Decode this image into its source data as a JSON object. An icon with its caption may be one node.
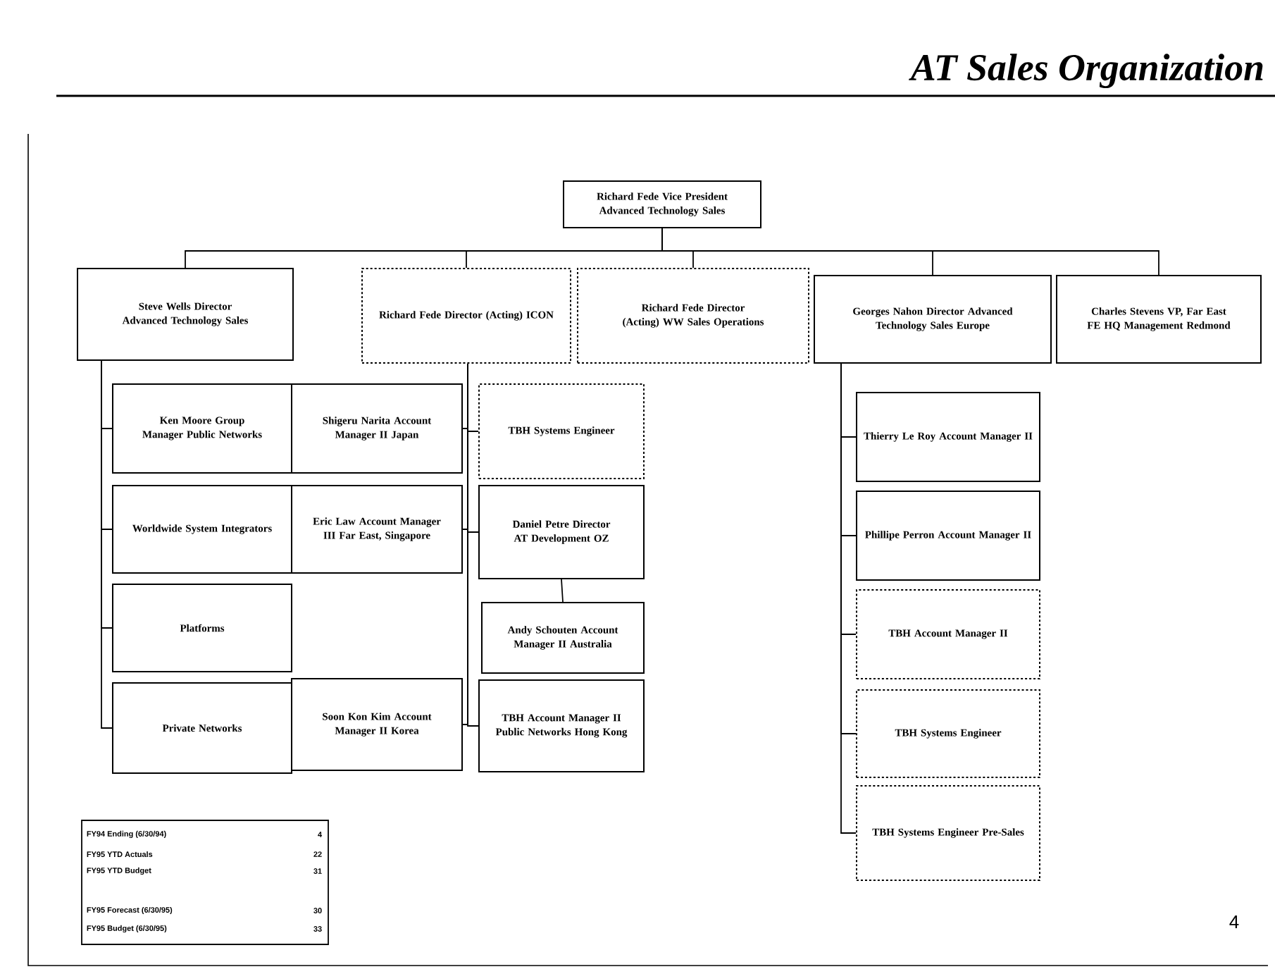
{
  "diagram": {
    "title": "AT Sales Organization",
    "nodes": [
      {
        "text": [
          "Richard Fede Vice President Advanced Technology Sales"
        ]
      },
      {
        "text": [
          "Steve Wells Director Advanced Technology Sales"
        ]
      },
      {
        "text": [
          "Richard Fede Director (Acting) ICON"
        ]
      },
      {
        "text": [
          "Richard Fede Director (Acting) WW Sales Operations"
        ]
      },
      {
        "text": [
          "Georges Nahon Director Advanced Technology Sales Europe"
        ]
      },
      {
        "text": [
          "Charles Stevens VP, Far East FE HQ Management Redmond"
        ]
      },
      {
        "text": [
          "Ken Moore Group Manager Public Networks"
        ]
      },
      {
        "text": [
          "Worldwide System Integrators"
        ]
      },
      {
        "text": [
          "Platforms"
        ]
      },
      {
        "text": [
          "Private Networks"
        ]
      },
      {
        "text": [
          "Shigeru Narita Account Manager II Japan"
        ]
      },
      {
        "text": [
          "Eric Law Account Manager III Far East, Singapore"
        ]
      },
      {
        "text": [
          "Soon Kon Kim Account Manager II Korea"
        ]
      },
      {
        "text": [
          "TBH Systems Engineer"
        ]
      },
      {
        "text": [
          "Daniel Petre Director AT Development OZ"
        ]
      },
      {
        "text": [
          "Andy Schouten Account Manager II Australia"
        ]
      },
      {
        "text": [
          "TBH Account Manager II Public Networks Hong Kong"
        ]
      },
      {
        "text": [
          "Thierry Le Roy Account Manager II"
        ]
      },
      {
        "text": [
          "Phillipe Perron Account Manager II"
        ]
      },
      {
        "text": [
          "TBH Account Manager II"
        ]
      },
      {
        "text": [
          "TBH Systems Engineer"
        ]
      },
      {
        "text": [
          "TBH Systems Engineer Pre-Sales"
        ]
      }
    ],
    "edges": [
      {
        "from": 0,
        "to": 1,
        "arrow": "none"
      },
      {
        "from": 0,
        "to": 2,
        "arrow": "none"
      },
      {
        "from": 0,
        "to": 3,
        "arrow": "none"
      },
      {
        "from": 0,
        "to": 4,
        "arrow": "none"
      },
      {
        "from": 0,
        "to": 5,
        "arrow": "none"
      },
      {
        "from": 1,
        "to": 6,
        "arrow": "none"
      },
      {
        "from": 1,
        "to": 7,
        "arrow": "none"
      },
      {
        "from": 1,
        "to": 8,
        "arrow": "none"
      },
      {
        "from": 1,
        "to": 9,
        "arrow": "none"
      },
      {
        "from": 2,
        "to": 10,
        "arrow": "none"
      },
      {
        "from": 2,
        "to": 11,
        "arrow": "none"
      },
      {
        "from": 2,
        "to": 12,
        "arrow": "none"
      },
      {
        "from": 2,
        "to": 13,
        "arrow": "none"
      },
      {
        "from": 2,
        "to": 14,
        "arrow": "none"
      },
      {
        "from": 2,
        "to": 16,
        "arrow": "none"
      },
      {
        "from": 14,
        "to": 15,
        "arrow": "none"
      },
      {
        "from": 4,
        "to": 17,
        "arrow": "none"
      },
      {
        "from": 4,
        "to": 18,
        "arrow": "none"
      },
      {
        "from": 4,
        "to": 19,
        "arrow": "none"
      },
      {
        "from": 4,
        "to": 20,
        "arrow": "none"
      },
      {
        "from": 4,
        "to": 21,
        "arrow": "none"
      }
    ],
    "labels": [
      "FY94 Ending (6/30/94)",
      "4",
      "FY95 YTD Actuals",
      "22",
      "FY95 YTD Budget",
      "31",
      "FY95 Forecast (6/30/95)",
      "30",
      "FY95 Budget (6/30/95)",
      "33",
      "4"
    ]
  }
}
